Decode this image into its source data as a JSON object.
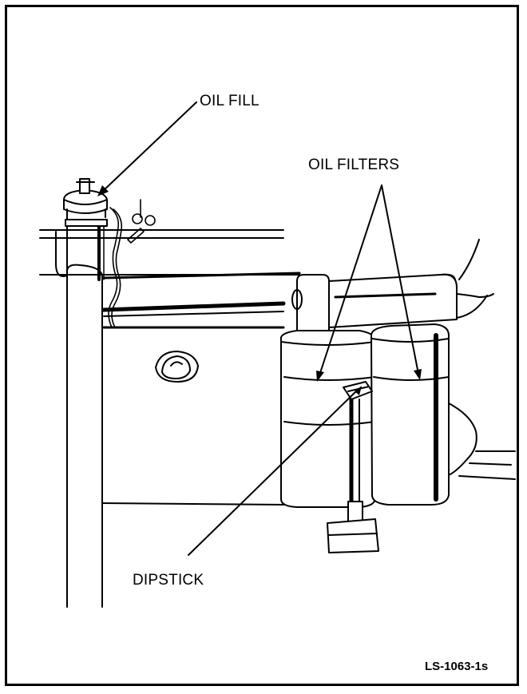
{
  "labels": {
    "oil_fill": "OIL FILL",
    "oil_filters": "OIL FILTERS",
    "dipstick": "DIPSTICK"
  },
  "figure_ref": "LS-1063-1s",
  "colors": {
    "line": "#000000",
    "background": "#ffffff"
  }
}
